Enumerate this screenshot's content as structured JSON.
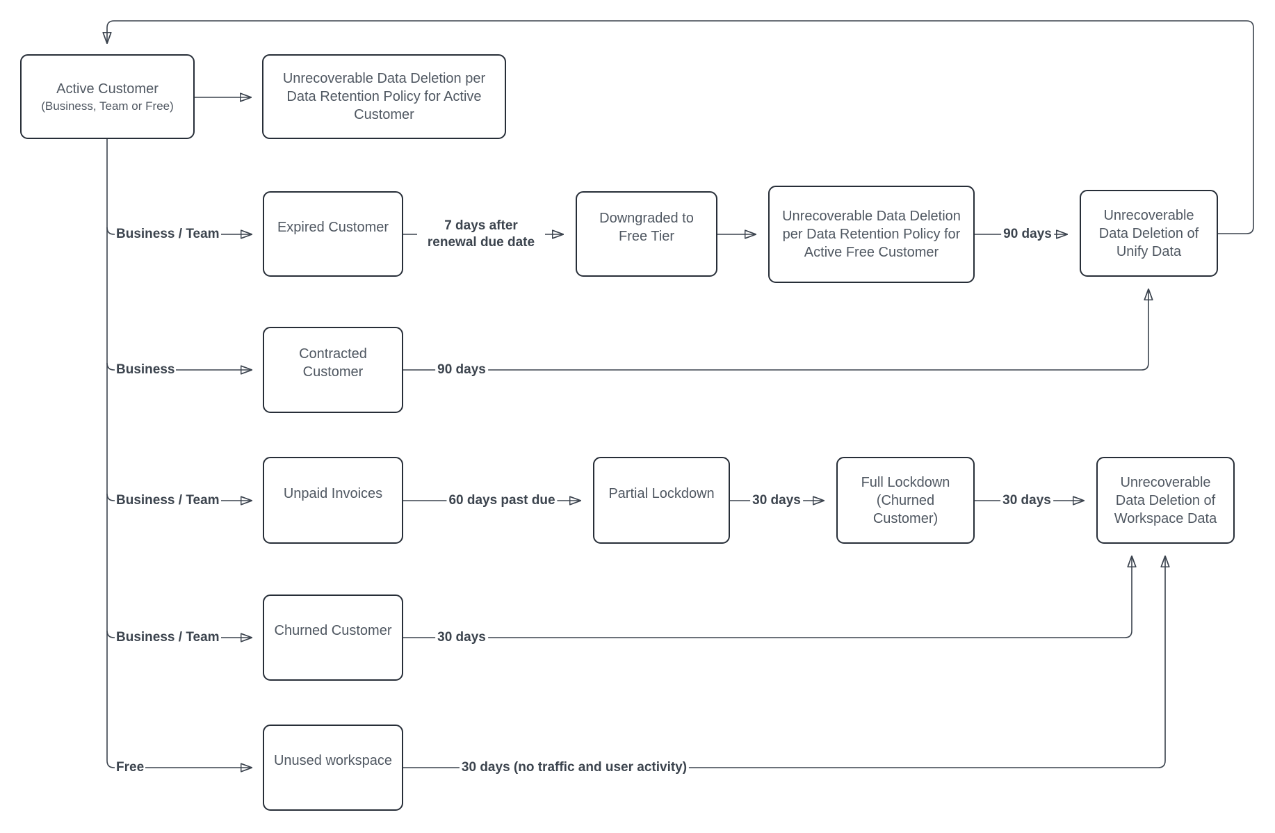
{
  "diagram": {
    "colors": {
      "background": "#ffffff",
      "node_border": "#272e38",
      "node_text": "#4f5761",
      "wire": "#3a424d",
      "edge_label_text": "#3c444e"
    },
    "nodes": {
      "active_customer": {
        "title": "Active Customer",
        "subtitle": "(Business, Team or Free)"
      },
      "deletion_active": {
        "label": "Unrecoverable Data Deletion per Data Retention Policy for Active Customer"
      },
      "expired": {
        "label": "Expired Customer"
      },
      "downgraded": {
        "label": "Downgraded to Free Tier"
      },
      "deletion_free": {
        "label": "Unrecoverable Data Deletion per Data Retention Policy for Active Free Customer"
      },
      "deletion_unify": {
        "label": "Unrecoverable Data Deletion of Unify Data"
      },
      "contracted": {
        "label": "Contracted Customer"
      },
      "unpaid": {
        "label": "Unpaid Invoices"
      },
      "partial_lockdown": {
        "label": "Partial Lockdown"
      },
      "full_lockdown": {
        "label": "Full Lockdown (Churned Customer)"
      },
      "deletion_workspace": {
        "label": "Unrecoverable Data Deletion of Workspace Data"
      },
      "churned": {
        "label": "Churned Customer"
      },
      "unused": {
        "label": "Unused workspace"
      }
    },
    "edge_labels": {
      "branch_expired": "Business / Team",
      "branch_contracted": "Business",
      "branch_unpaid": "Business / Team",
      "branch_churned": "Business / Team",
      "branch_unused": "Free",
      "expired_to_downgraded": "7 days after renewal due date",
      "free_deletion_to_unify": "90 days",
      "contracted_to_unify": "90 days",
      "unpaid_to_partial": "60 days past due",
      "partial_to_full": "30 days",
      "full_to_workspace": "30 days",
      "churned_to_workspace": "30 days",
      "unused_to_workspace": "30 days (no traffic and user activity)"
    }
  }
}
